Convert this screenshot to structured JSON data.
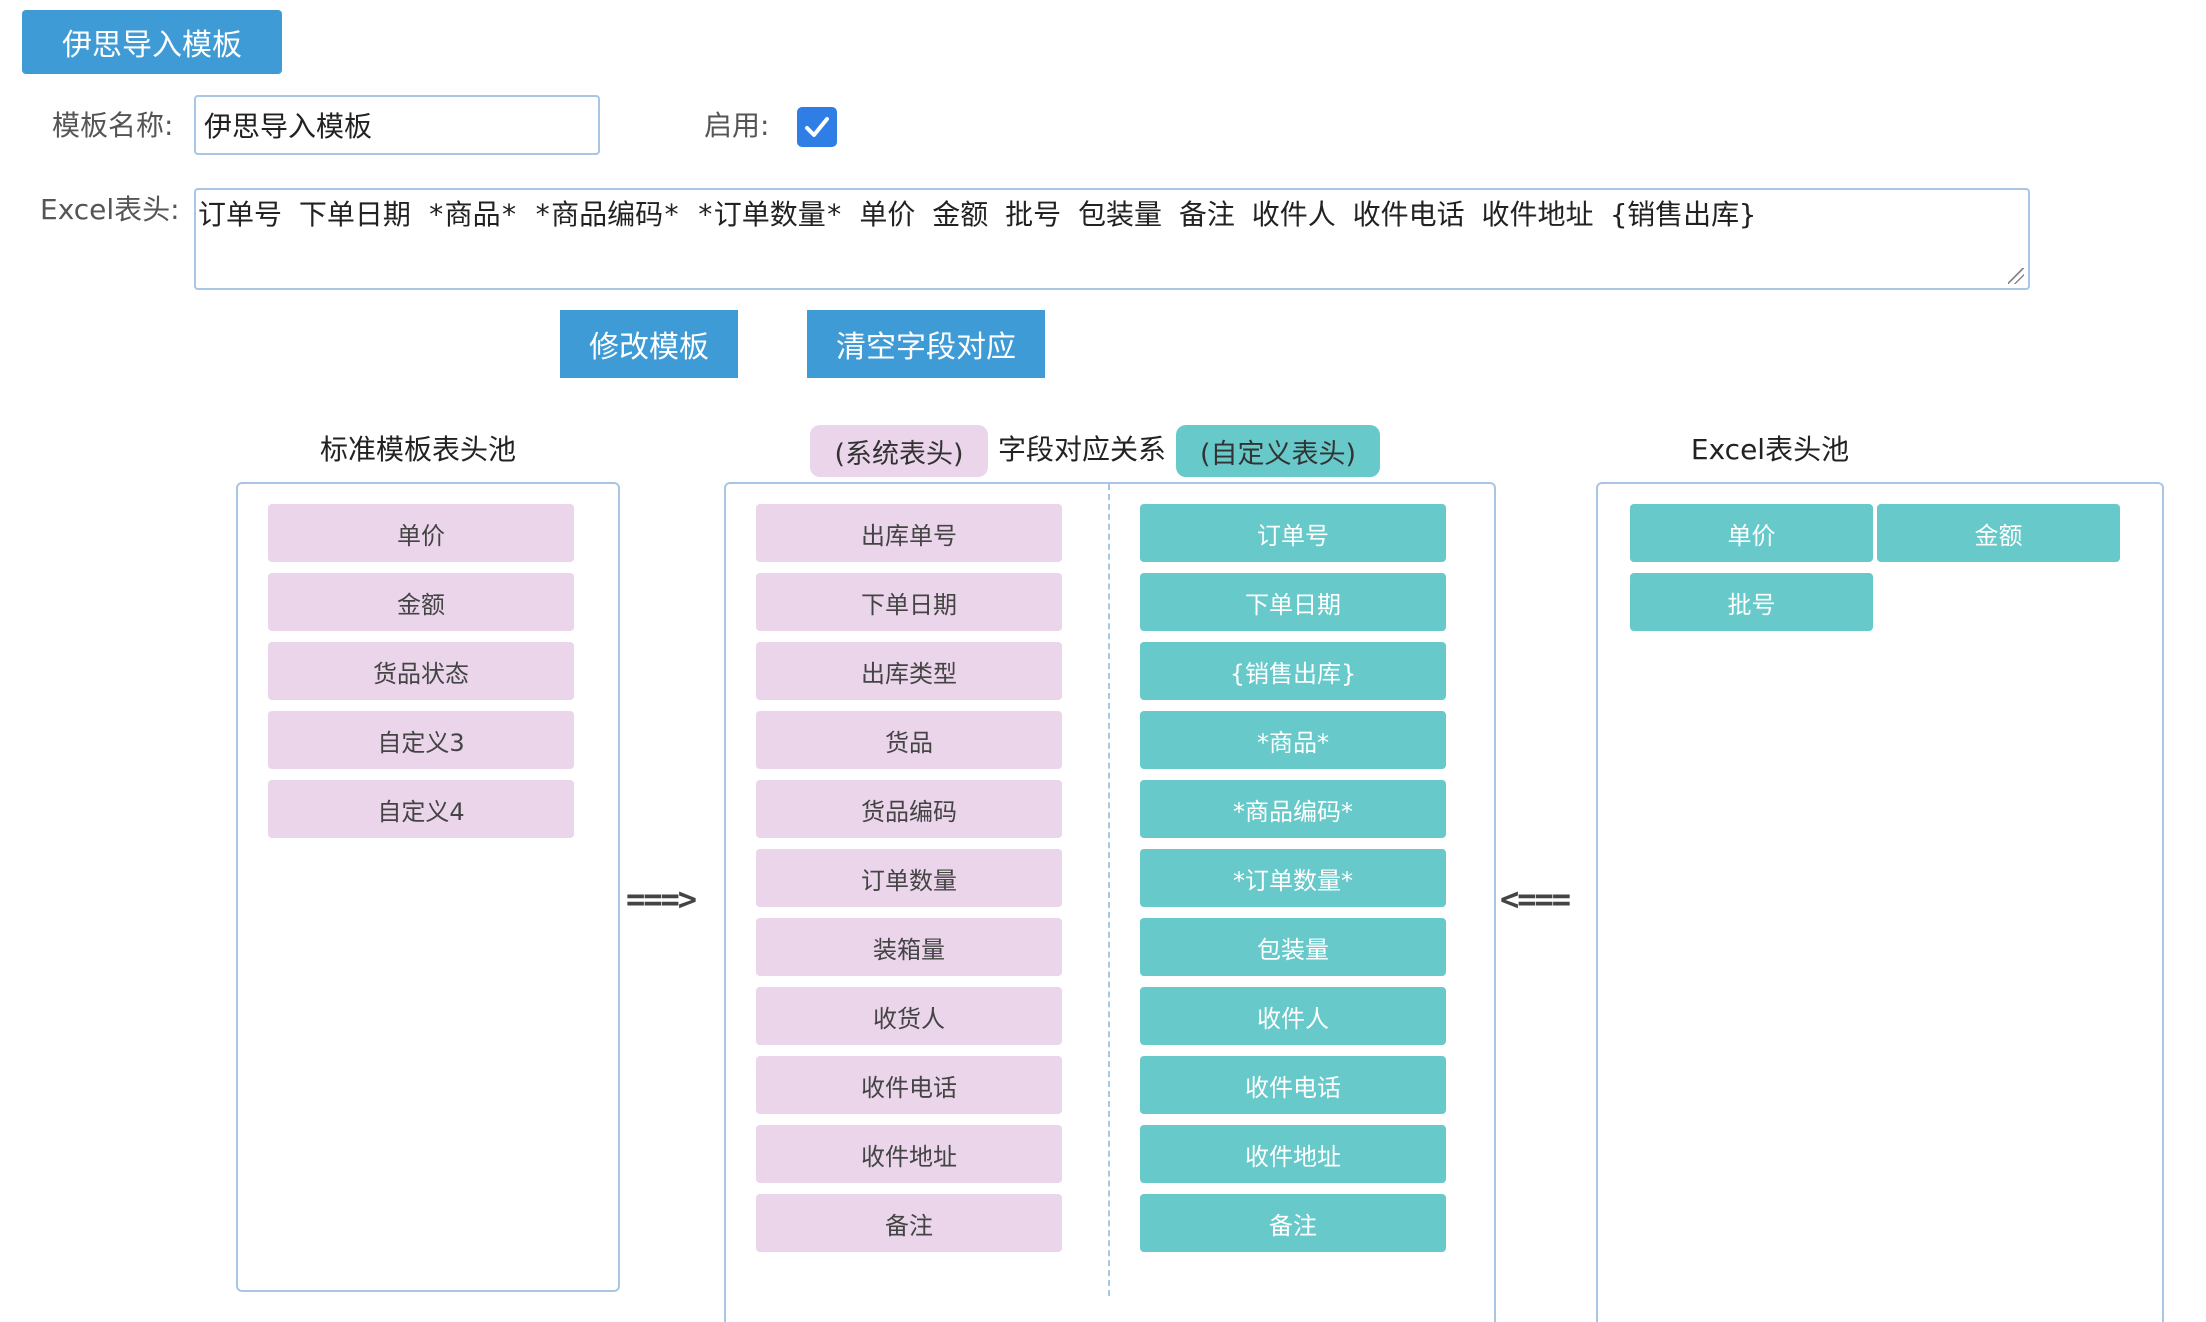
{
  "header": {
    "template_button": "伊思导入模板"
  },
  "form": {
    "name_label": "模板名称:",
    "name_value": "伊思导入模板",
    "enable_label": "启用:",
    "enabled": true,
    "excel_header_label": "Excel表头:",
    "excel_header_value": "订单号      下单日期  *商品*     *商品编码*            *订单数量*           单价        金额        批号        包装量      备注        收件人      收件电话      收件地址  {销售出库}",
    "modify_button": "修改模板",
    "clear_button": "清空字段对应"
  },
  "standard_pool": {
    "title": "标准模板表头池",
    "items": [
      "单价",
      "金额",
      "货品状态",
      "自定义3",
      "自定义4"
    ]
  },
  "mapping": {
    "system_tag": "(系统表头)",
    "title": "字段对应关系",
    "custom_tag": "(自定义表头)",
    "system_fields": [
      "出库单号",
      "下单日期",
      "出库类型",
      "货品",
      "货品编码",
      "订单数量",
      "装箱量",
      "收货人",
      "收件电话",
      "收件地址",
      "备注"
    ],
    "custom_fields": [
      "订单号",
      "下单日期",
      "{销售出库}",
      "*商品*",
      "*商品编码*",
      "*订单数量*",
      "包装量",
      "收件人",
      "收件电话",
      "收件地址",
      "备注"
    ]
  },
  "arrows": {
    "left": "===>",
    "right": "<==="
  },
  "excel_pool": {
    "title": "Excel表头池",
    "items": [
      "单价",
      "金额",
      "批号"
    ]
  },
  "colors": {
    "primary": "#3f9bd6",
    "pink": "#ead5ea",
    "teal": "#67c9c9",
    "border": "#a9c6e4",
    "checkbox": "#2f7ee6"
  }
}
